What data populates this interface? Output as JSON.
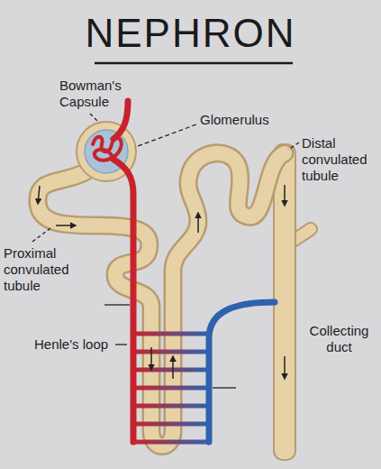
{
  "diagram": {
    "title": "NEPHRON",
    "labels": [
      "Bowman's Capsule",
      "Glomerulus",
      "Distal convulated tubule",
      "Proximal convulated tubule",
      "Henle's loop",
      "Collecting duct"
    ]
  }
}
